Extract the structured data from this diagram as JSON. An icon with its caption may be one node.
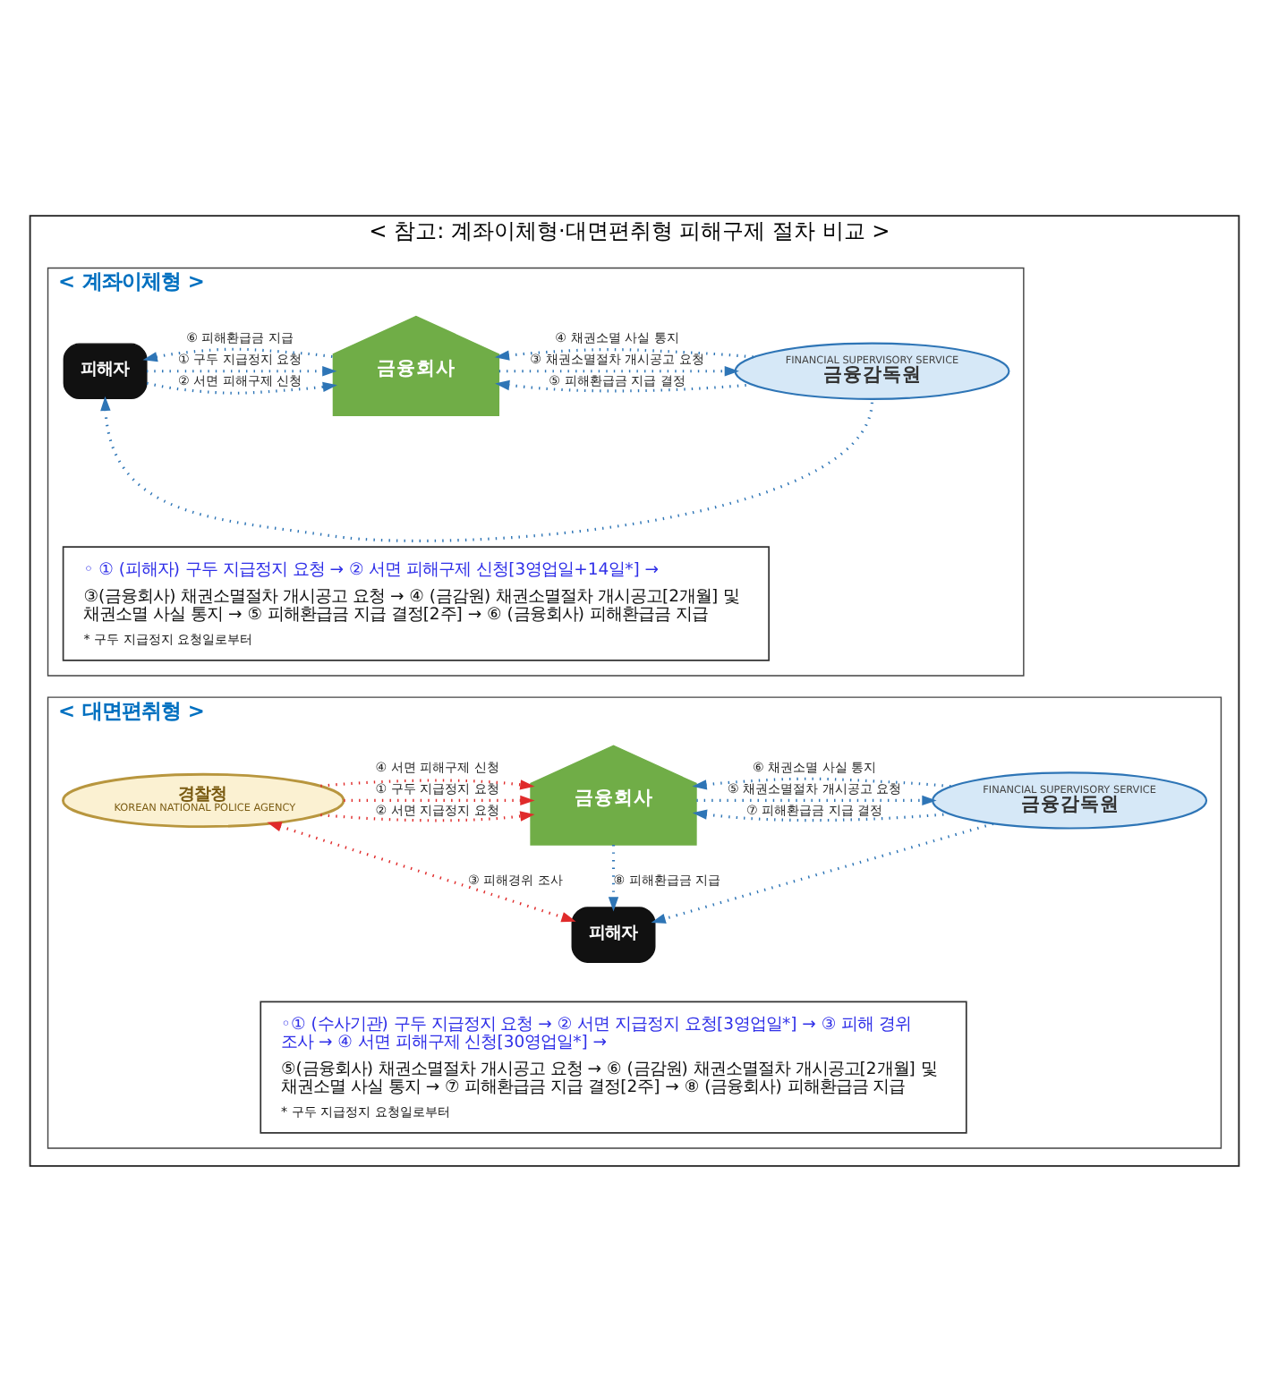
{
  "diagram": {
    "nodes": [
      {
        "text": [
          "< 참고: 계좌이체형·대면편취형 피해구제 절차 비교 >"
        ]
      },
      {
        "text": [
          "< 계좌이체형 >"
        ],
        "in": 0
      },
      {
        "text": [
          "피해자"
        ],
        "in": 1
      },
      {
        "text": [
          "금융회사"
        ],
        "in": 1
      },
      {
        "text": [
          "FINANCIAL SUPERVISORY SERVICE",
          "금융감독원"
        ],
        "in": 1
      },
      {
        "text": [
          "◦ ① (피해자) 구두 지급정지 요청 → ② 서면 피해구제 신청[3영업일+14일*] →",
          "③(금융회사) 채권소멸절차 개시공고 요청 → ④ (금감원) 채권소멸절차 개시공고[2개월] 및 채권소멸 사실 통지 → ⑤ 피해환급금 지급 결정[2주] → ⑥ (금융회사) 피해환급금 지급",
          "* 구두 지급정지 요청일로부터"
        ],
        "in": 1
      },
      {
        "text": [
          "< 대면편취형 >"
        ],
        "in": 0
      },
      {
        "text": [
          "경찰청",
          "KOREAN NATIONAL POLICE AGENCY"
        ],
        "in": 6
      },
      {
        "text": [
          "금융회사"
        ],
        "in": 6
      },
      {
        "text": [
          "FINANCIAL SUPERVISORY SERVICE",
          "금융감독원"
        ],
        "in": 6
      },
      {
        "text": [
          "피해자"
        ],
        "in": 6
      },
      {
        "text": [
          "◦① (수사기관) 구두 지급정지 요청 → ② 서면 지급정지 요청[3영업일*] → ③ 피해 경위 조사 → ④ 서면 피해구제 신청[30영업일*] →",
          "⑤(금융회사) 채권소멸절차 개시공고 요청 → ⑥ (금감원) 채권소멸절차 개시공고[2개월] 및 채권소멸 사실 통지 → ⑦ 피해환급금 지급 결정[2주] → ⑧ (금융회사) 피해환급금 지급",
          "* 구두 지급정지 요청일로부터"
        ],
        "in": 6
      }
    ],
    "edges": [
      {
        "from": 2,
        "to": 3,
        "arrow": "to",
        "label": "① 구두 지급정지 요청"
      },
      {
        "from": 2,
        "to": 3,
        "arrow": "to",
        "label": "② 서면 피해구제 신청"
      },
      {
        "from": 4,
        "to": 2,
        "arrow": "to"
      },
      {
        "from": 3,
        "to": 2,
        "arrow": "to",
        "label": "⑥ 피해환급금 지급"
      },
      {
        "from": 3,
        "to": 4,
        "arrow": "to",
        "label": "③ 채권소멸절차 개시공고 요청"
      },
      {
        "from": 4,
        "to": 3,
        "arrow": "to",
        "label": "④ 채권소멸 사실 통지"
      },
      {
        "from": 4,
        "to": 3,
        "arrow": "to",
        "label": "⑤ 피해환급금 지급 결정"
      },
      {
        "from": 7,
        "to": 8,
        "arrow": "to",
        "label": "① 구두 지급정지 요청",
        "color": "#e02b2b"
      },
      {
        "from": 7,
        "to": 8,
        "arrow": "to",
        "label": "② 서면 지급정지 요청",
        "color": "#e02b2b"
      },
      {
        "from": 7,
        "to": 8,
        "arrow": "to",
        "label": "④ 서면 피해구제 신청",
        "color": "#e02b2b"
      },
      {
        "from": 7,
        "to": 10,
        "arrow": "both",
        "label": "③ 피해경위 조사",
        "color": "#e02b2b"
      },
      {
        "from": 8,
        "to": 9,
        "arrow": "to",
        "label": "⑤ 채권소멸절차 개시공고 요청"
      },
      {
        "from": 9,
        "to": 8,
        "arrow": "to",
        "label": "⑥ 채권소멸 사실 통지"
      },
      {
        "from": 9,
        "to": 8,
        "arrow": "to",
        "label": "⑦ 피해환급금 지급 결정"
      },
      {
        "from": 8,
        "to": 10,
        "arrow": "to",
        "label": "⑧ 피해환급금 지급"
      },
      {
        "from": 9,
        "to": 10,
        "arrow": "to"
      }
    ]
  }
}
